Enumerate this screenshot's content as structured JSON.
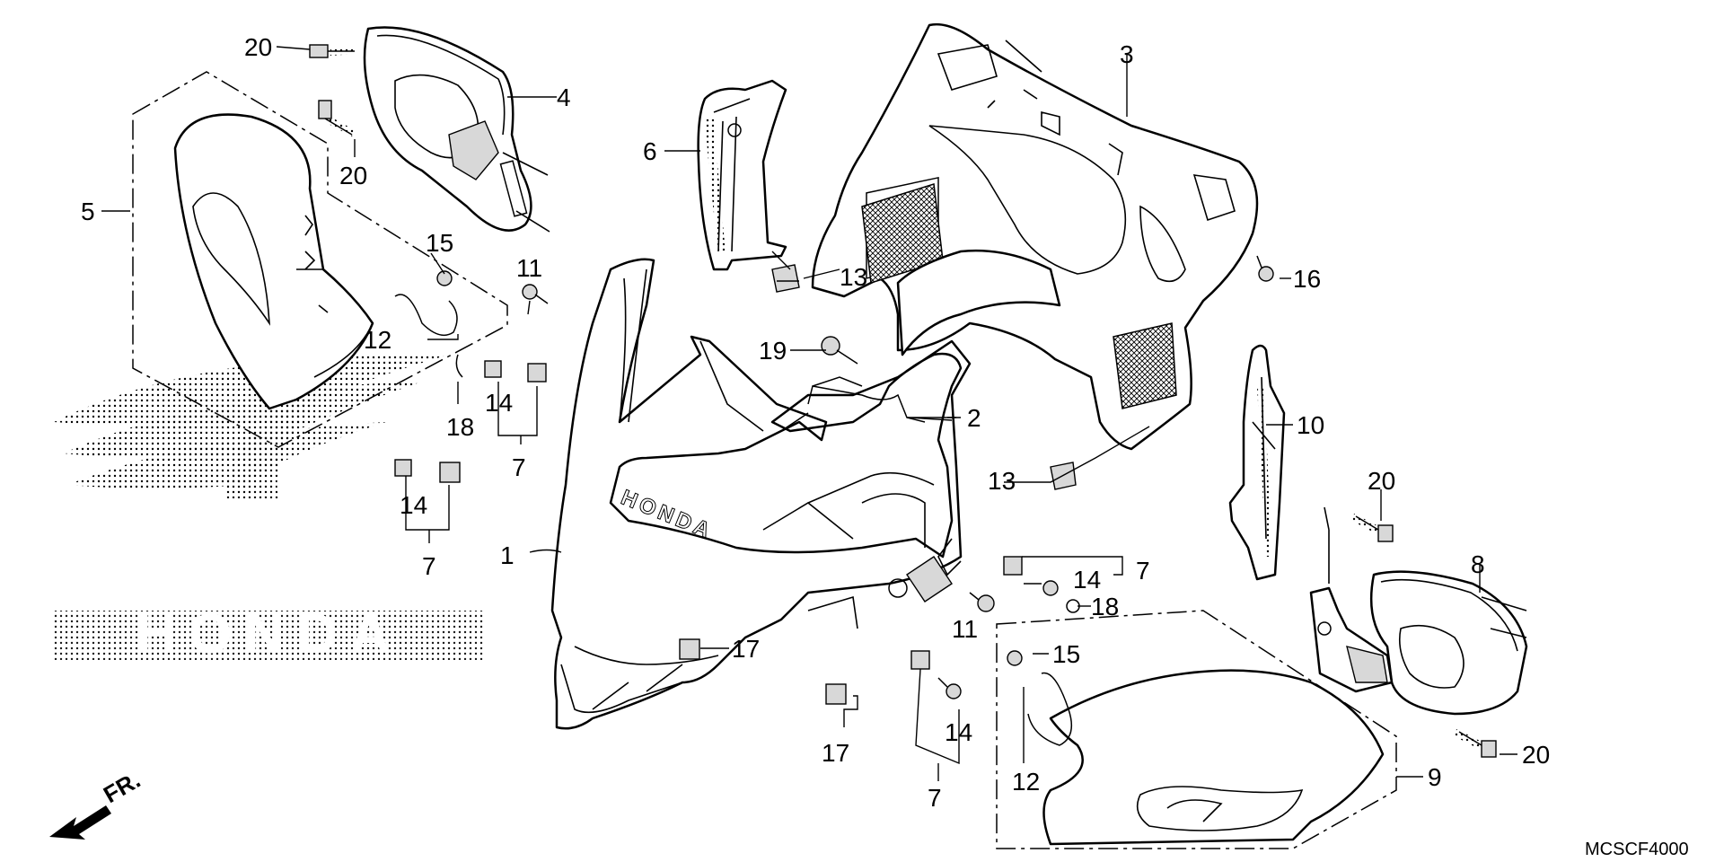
{
  "diagram": {
    "code": "MCSCF4000",
    "direction_label": "FR.",
    "callouts": {
      "c1": "1",
      "c2": "2",
      "c3": "3",
      "c4": "4",
      "c5": "5",
      "c6": "6",
      "c7a": "7",
      "c7b": "7",
      "c7c": "7",
      "c7d": "7",
      "c8": "8",
      "c9": "9",
      "c10": "10",
      "c11a": "11",
      "c11b": "11",
      "c12a": "12",
      "c12b": "12",
      "c13a": "13",
      "c13b": "13",
      "c14a": "14",
      "c14b": "14",
      "c14c": "14",
      "c14d": "14",
      "c15a": "15",
      "c15b": "15",
      "c16": "16",
      "c17a": "17",
      "c17b": "17",
      "c18a": "18",
      "c18b": "18",
      "c19": "19",
      "c20a": "20",
      "c20b": "20",
      "c20c": "20",
      "c20d": "20"
    },
    "logo": {
      "emblem_text": "HONDA",
      "wordmark": "HONDA",
      "panel_marking": "HONDA"
    }
  }
}
